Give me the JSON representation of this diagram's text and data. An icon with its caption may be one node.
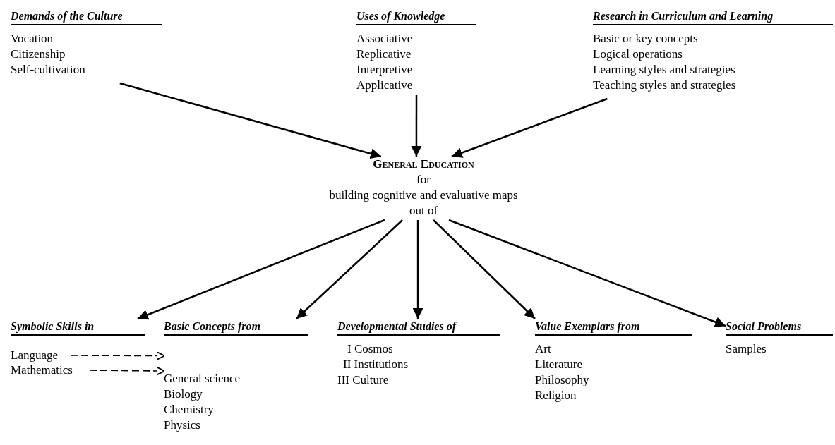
{
  "diagram": {
    "nodes": [
      {
        "text": [
          "Demands of the Culture",
          "Vocation",
          "Citizenship",
          "Self-cultivation"
        ]
      },
      {
        "text": [
          "Uses of Knowledge",
          "Associative",
          "Replicative",
          "Interpretive",
          "Applicative"
        ]
      },
      {
        "text": [
          "Research in Curriculum and Learning",
          "Basic or key concepts",
          "Logical operations",
          "Learning styles and strategies",
          "Teaching styles and strategies"
        ]
      },
      {
        "text": [
          "General Education",
          "for",
          "building cognitive and evaluative maps",
          "out of"
        ]
      },
      {
        "text": [
          "Symbolic Skills in"
        ]
      },
      {
        "text": [
          "Language"
        ],
        "in": 4
      },
      {
        "text": [
          "Mathematics"
        ],
        "in": 4
      },
      {
        "text": [
          "Basic Concepts from",
          "General science",
          "Biology",
          "Chemistry",
          "Physics"
        ]
      },
      {
        "text": [
          "Developmental Studies of",
          "I Cosmos",
          "II Institutions",
          "III Culture"
        ]
      },
      {
        "text": [
          "Value Exemplars from",
          "Art",
          "Literature",
          "Philosophy",
          "Religion"
        ]
      },
      {
        "text": [
          "Social Problems",
          "Samples"
        ]
      }
    ],
    "edges": [
      {
        "from": 0,
        "to": 3,
        "arrow": "to"
      },
      {
        "from": 1,
        "to": 3,
        "arrow": "to"
      },
      {
        "from": 2,
        "to": 3,
        "arrow": "to"
      },
      {
        "from": 3,
        "to": 4,
        "arrow": "to"
      },
      {
        "from": 3,
        "to": 7,
        "arrow": "to"
      },
      {
        "from": 3,
        "to": 8,
        "arrow": "to"
      },
      {
        "from": 3,
        "to": 9,
        "arrow": "to"
      },
      {
        "from": 3,
        "to": 10,
        "arrow": "to"
      },
      {
        "from": 5,
        "to": 7,
        "arrow": "to",
        "style": "dashed"
      },
      {
        "from": 6,
        "to": 7,
        "arrow": "to",
        "style": "dashed"
      }
    ]
  }
}
